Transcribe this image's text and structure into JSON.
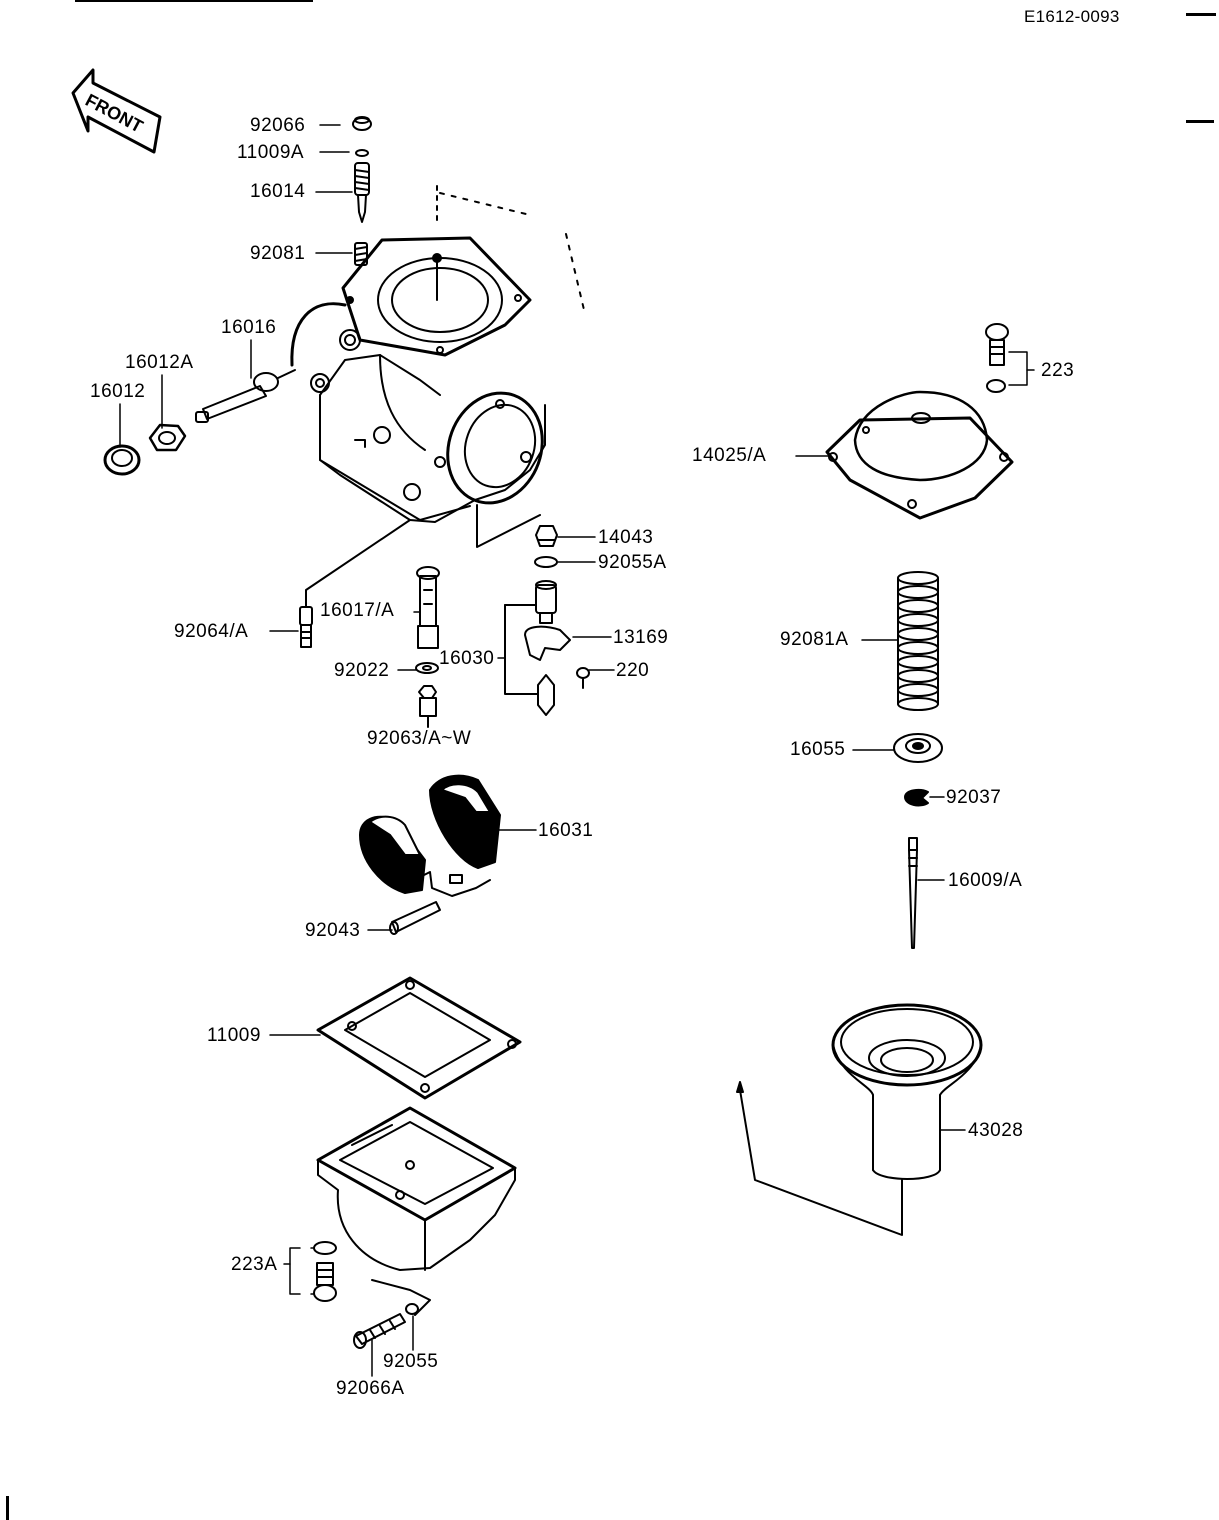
{
  "diagram_code": "E1612-0093",
  "front_label": "FRONT",
  "parts": {
    "p92066": "92066",
    "p11009A": "11009A",
    "p16014": "16014",
    "p92081": "92081",
    "p16016": "16016",
    "p16012A": "16012A",
    "p16012": "16012",
    "p14043": "14043",
    "p92055A": "92055A",
    "p92064A": "92064/A",
    "p16017A": "16017/A",
    "p13169": "13169",
    "p16030": "16030",
    "p92022": "92022",
    "p220": "220",
    "p92063": "92063/A~W",
    "p16031": "16031",
    "p92043": "92043",
    "p11009": "11009",
    "p223A": "223A",
    "p92055": "92055",
    "p92066A": "92066A",
    "p223": "223",
    "p14025": "14025/A",
    "p92081A": "92081A",
    "p16055": "16055",
    "p92037": "92037",
    "p16009": "16009/A",
    "p43028": "43028"
  }
}
